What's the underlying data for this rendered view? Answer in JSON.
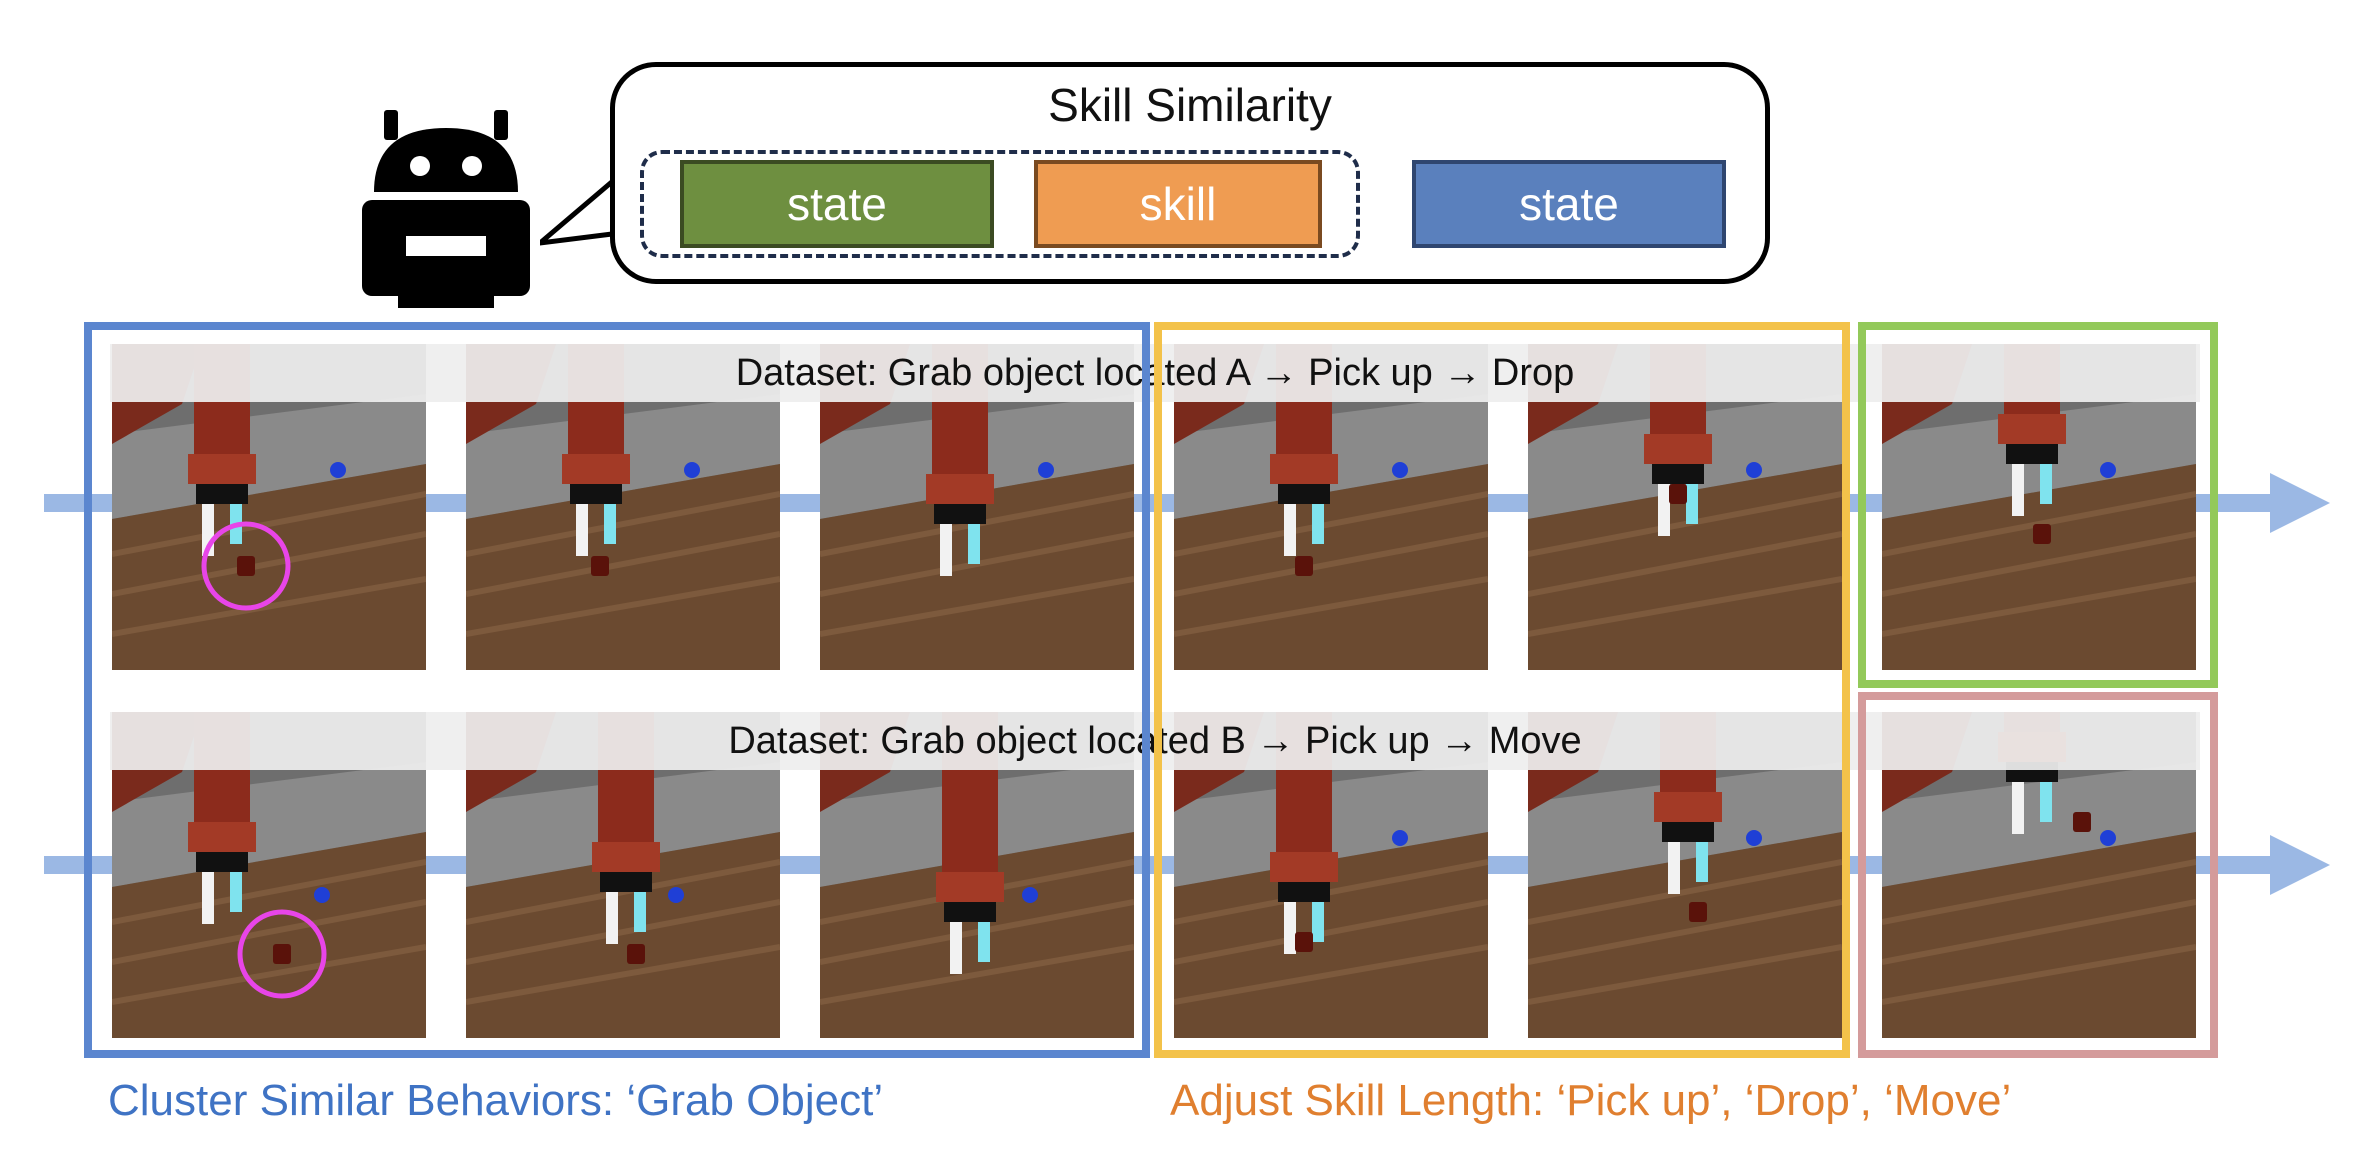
{
  "bubble": {
    "title": "Skill Similarity",
    "tokens": [
      "state",
      "skill",
      "state"
    ]
  },
  "rows": [
    {
      "banner": "Dataset: Grab object located A → Pick up → Drop"
    },
    {
      "banner": "Dataset: Grab object located B → Pick up → Move"
    }
  ],
  "captions": {
    "left": "Cluster Similar Behaviors: ‘Grab Object’",
    "right": "Adjust Skill Length: ‘Pick up’, ‘Drop’, ‘Move’"
  },
  "colors": {
    "token_state_1": "#6e8f40",
    "token_skill": "#ef9c52",
    "token_state_2": "#5a80bd",
    "cluster_box": "#5b86cf",
    "adjust_box": "#f3c24a",
    "drop_box": "#93c95a",
    "move_box": "#d49b9b",
    "left_caption": "#3f73c4",
    "right_caption": "#e07f2f",
    "object_highlight": "#e845e8"
  },
  "icons": [
    "robot-icon"
  ]
}
